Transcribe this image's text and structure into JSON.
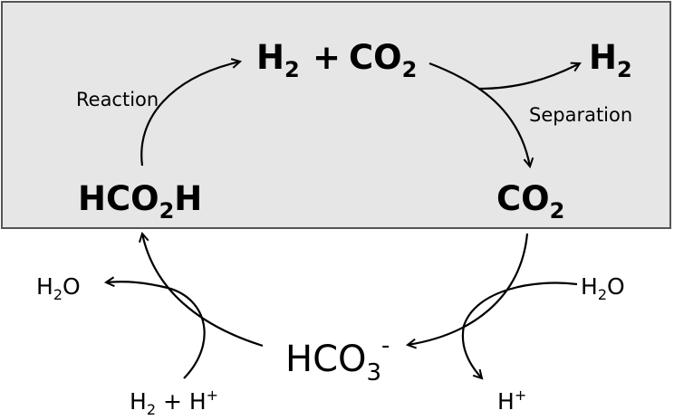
{
  "box": {
    "fill": "#e6e6e6",
    "stroke": "#555555"
  },
  "species": {
    "top_h2": {
      "base": "H",
      "sub": "2"
    },
    "plus": "+",
    "top_co2": {
      "base": "CO",
      "sub": "2"
    },
    "out_h2": {
      "base": "H",
      "sub": "2"
    },
    "formic": {
      "base1": "HCO",
      "sub": "2",
      "base2": "H"
    },
    "co2_right": {
      "base": "CO",
      "sub": "2"
    },
    "bicarbonate": {
      "base": "HCO",
      "sub": "3",
      "sup": "-"
    },
    "water_left": {
      "h": "H",
      "sub": "2",
      "o": "O"
    },
    "water_right": {
      "h": "H",
      "sub": "2",
      "o": "O"
    },
    "reagent_bottom": {
      "h": "H",
      "sub": "2",
      "plus": " + H",
      "sup": "+"
    },
    "proton_bottom": {
      "h": "H",
      "sup": "+"
    }
  },
  "labels": {
    "reaction": "Reaction",
    "separation": "Separation"
  },
  "icons": [
    "arrowhead"
  ]
}
